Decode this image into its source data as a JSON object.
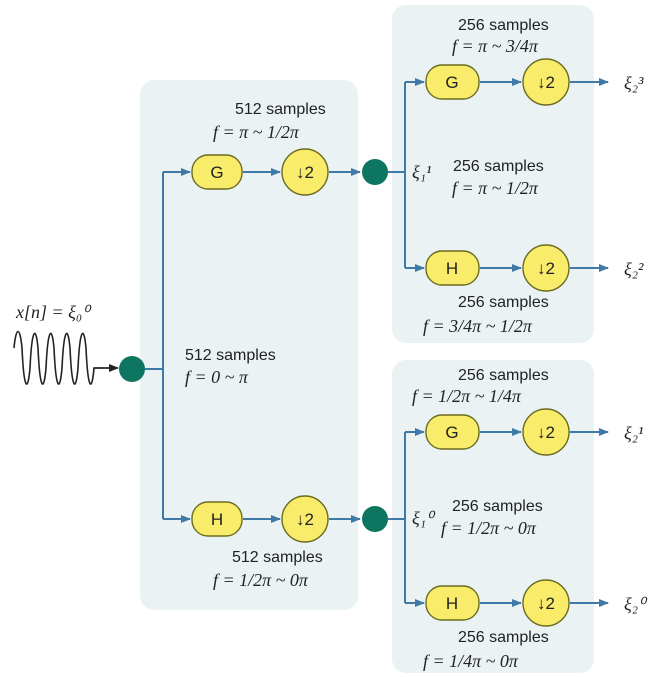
{
  "colors": {
    "panel": "#eaf2f3",
    "line": "#3f79a8",
    "node": "#0d7560",
    "filter_fill": "#f8ec6a",
    "filter_stroke": "#6b6b20",
    "text": "#222222"
  },
  "input": {
    "label": "x[n] = ξ₀⁰"
  },
  "level1": {
    "split_label": "512 samples",
    "split_range": "f = 0 ~ π",
    "upper_box": "G",
    "lower_box": "H",
    "down_symbol": "↓2",
    "upper_samples": "512 samples",
    "upper_range": "f = π ~ 1/2π",
    "lower_samples": "512 samples",
    "lower_range": "f = 1/2π ~ 0π"
  },
  "level2_top": {
    "node_label": "ξ₁¹",
    "node_samples": "256 samples",
    "node_range": "f = π ~ 1/2π",
    "g_samples": "256 samples",
    "g_range": "f = π ~ 3/4π",
    "h_samples": "256 samples",
    "h_range": "f = 3/4π ~ 1/2π",
    "g_box": "G",
    "h_box": "H",
    "down_symbol": "↓2",
    "out_g": "ξ₂³",
    "out_h": "ξ₂²"
  },
  "level2_bottom": {
    "node_label": "ξ₁⁰",
    "node_samples": "256 samples",
    "node_range": "f = 1/2π ~ 0π",
    "g_samples": "256 samples",
    "g_range": "f = 1/2π ~ 1/4π",
    "h_samples": "256 samples",
    "h_range": "f = 1/4π ~ 0π",
    "g_box": "G",
    "h_box": "H",
    "down_symbol": "↓2",
    "out_g": "ξ₂¹",
    "out_h": "ξ₂⁰"
  }
}
